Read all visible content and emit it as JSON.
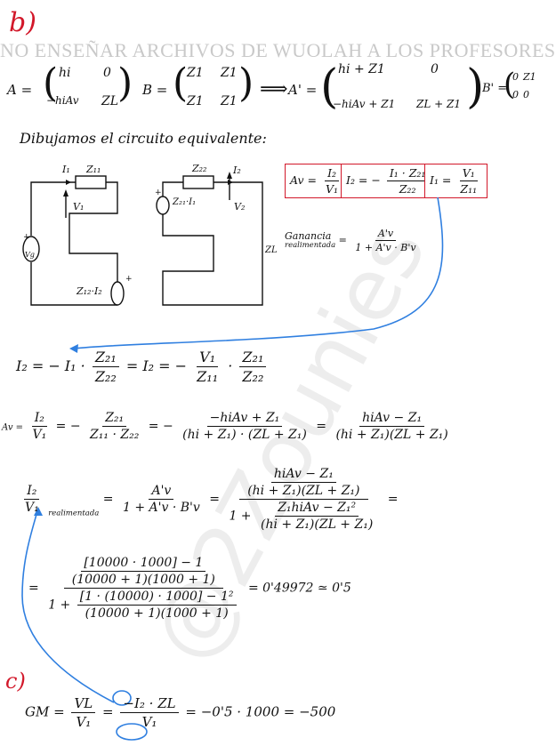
{
  "watermark": {
    "top_text": "NO ENSEÑAR ARCHIVOS DE WUOLAH A LOS PROFESORES",
    "diagonal_text": "@2Zounies"
  },
  "part_b": {
    "label": "b)",
    "matrix_A": {
      "name": "A =",
      "cells": [
        "hi",
        "0",
        "−hiAv",
        "ZL"
      ]
    },
    "matrix_B": {
      "name": "B =",
      "cells": [
        "Z1",
        "Z1",
        "Z1",
        "Z1"
      ]
    },
    "arrow": "⟹",
    "matrix_A_prime": {
      "name": "A' =",
      "cells": [
        "hi + Z1",
        "0",
        "−hiAv + Z1",
        "ZL + Z1"
      ]
    },
    "matrix_B_prime": {
      "name": "B' =",
      "cells": [
        "0",
        "Z1",
        "0",
        "0"
      ]
    },
    "caption": "Dibujamos el circuito equivalente:",
    "circuit_labels": {
      "i1": "I₁",
      "z11": "Z₁₁",
      "v1": "V₁",
      "vg": "Vg",
      "z12i2": "Z₁₂·I₂",
      "z22": "Z₂₂",
      "i2": "I₂",
      "z21i1": "Z₂₁·I₁",
      "v2": "V₂",
      "zl": "ZL",
      "plus": "+",
      "minus": "−"
    },
    "boxes": {
      "av": {
        "lhs": "Av =",
        "num": "I₂",
        "den": "V₁"
      },
      "i2": {
        "lhs": "I₂ = −",
        "num": "I₁ · Z₂₁",
        "den": "Z₂₂"
      },
      "i1": {
        "lhs": "I₁ =",
        "num": "V₁",
        "den": "Z₁₁"
      }
    },
    "feedback_gain": {
      "lhs_top": "Ganancia",
      "lhs_bottom": "realimentada",
      "num": "A'v",
      "den": "1 + A'v · B'v"
    },
    "eq1": {
      "a": "I₂ = − I₁ ·",
      "f1_num": "Z₂₁",
      "f1_den": "Z₂₂",
      "b": "= I₂ = −",
      "f2_num": "V₁",
      "f2_den": "Z₁₁",
      "dot": "·",
      "f3_num": "Z₂₁",
      "f3_den": "Z₂₂"
    },
    "eq2": {
      "av": "Av =",
      "f1_num": "I₂",
      "f1_den": "V₁",
      "eq_a": "= −",
      "f2_num": "Z₂₁",
      "f2_den": "Z₁₁ · Z₂₂",
      "eq_b": "= −",
      "f3_num": "−hiAv + Z₁",
      "f3_den": "(hi + Z₁) · (ZL + Z₁)",
      "eq_c": "=",
      "f4_num": "hiAv − Z₁",
      "f4_den": "(hi + Z₁)(ZL + Z₁)"
    },
    "eq3": {
      "lhs_num": "I₂",
      "lhs_den": "V₁",
      "sub": "realimentada",
      "eq_a": "=",
      "f1_num": "A'v",
      "f1_den": "1 + A'v · B'v",
      "eq_b": "=",
      "big_num_num": "hiAv − Z₁",
      "big_num_den": "(hi + Z₁)(ZL + Z₁)",
      "den_one": "1 +",
      "big_den_num": "Z₁hiAv − Z₁²",
      "big_den_den": "(hi + Z₁)(ZL + Z₁)",
      "eq_c": "="
    },
    "eq4": {
      "eq": "=",
      "top_num": "[10000 · 1000] − 1",
      "top_den": "(10000 + 1)(1000 + 1)",
      "bot_one": "1 +",
      "bot_num": "[1 · (10000) · 1000] − 1²",
      "bot_den": "(10000 + 1)(1000 + 1)",
      "result": "= 0'49972 ≃ 0'5"
    }
  },
  "part_c": {
    "label": "c)",
    "gm": "GM =",
    "f1_num": "VL",
    "f1_den": "V₁",
    "eq_a": "=",
    "f2_num": "−I₂ · ZL",
    "f2_den": "V₁",
    "result": "= −0'5 · 1000 = −500"
  }
}
